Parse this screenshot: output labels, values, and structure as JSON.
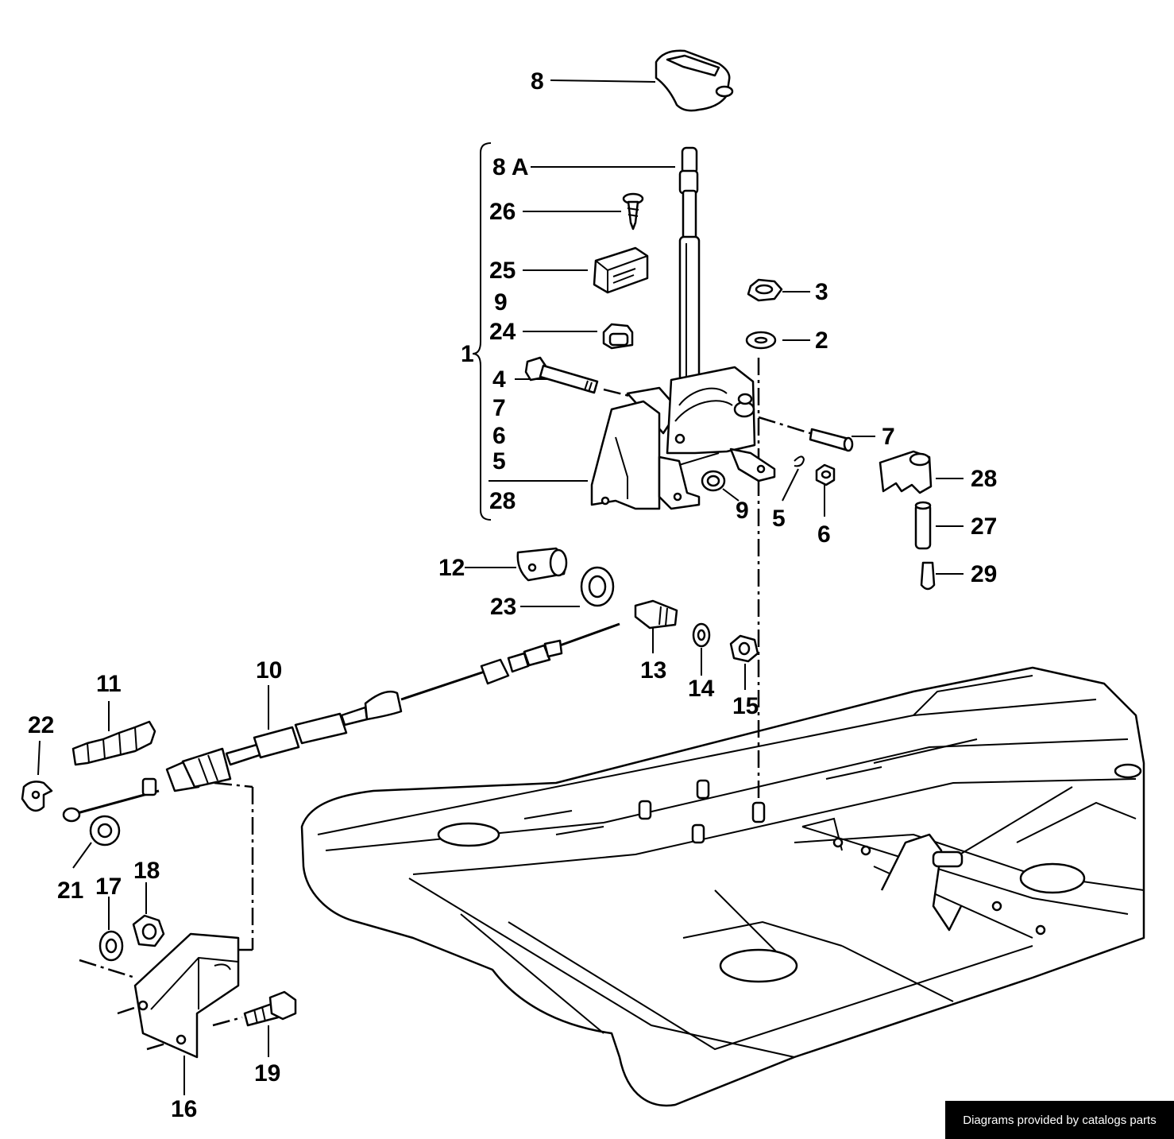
{
  "labels": {
    "p8": "8",
    "p8a": "8 A",
    "p26": "26",
    "p25": "25",
    "g9": "9",
    "p24": "24",
    "g1": "1",
    "g4": "4",
    "g7": "7",
    "g6": "6",
    "g5": "5",
    "g28": "28",
    "p3": "3",
    "p2": "2",
    "p7": "7",
    "p28": "28",
    "p27": "27",
    "p29": "29",
    "p9": "9",
    "p5": "5",
    "p6": "6",
    "p12": "12",
    "p23": "23",
    "p13": "13",
    "p14": "14",
    "p15": "15",
    "p10": "10",
    "p11": "11",
    "p22": "22",
    "p21": "21",
    "p17": "17",
    "p18": "18",
    "p16": "16",
    "p19": "19"
  },
  "footer_text": "Diagrams provided by catalogs parts"
}
